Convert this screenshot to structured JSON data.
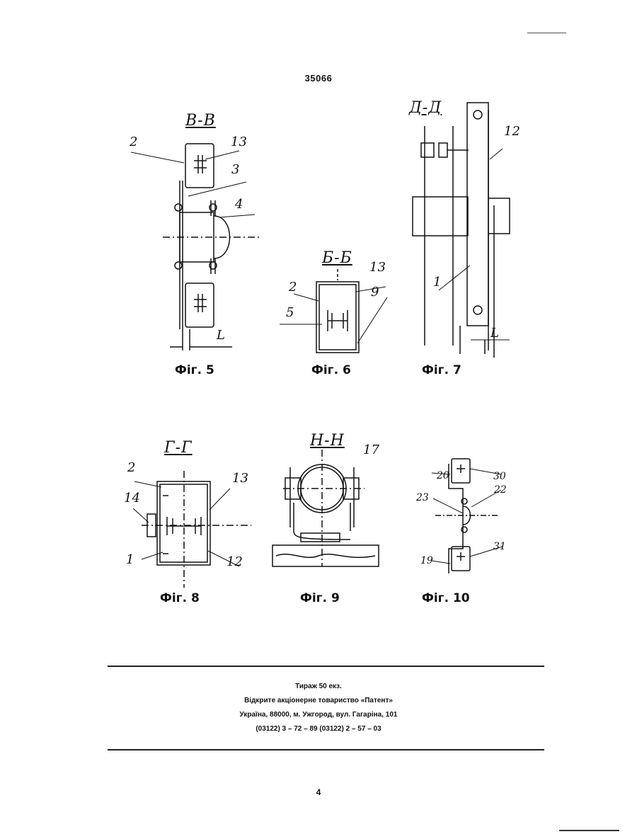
{
  "header": {
    "doc_number": "35066"
  },
  "figures": [
    {
      "caption": "Фіг. 5",
      "section": "В-В",
      "labels": [
        "2",
        "13",
        "3",
        "4",
        "L"
      ]
    },
    {
      "caption": "Фіг. 6",
      "section": "Б-Б",
      "labels": [
        "13",
        "2",
        "9",
        "5"
      ]
    },
    {
      "caption": "Фіг. 7",
      "section": "Д-Д",
      "labels": [
        "12",
        "1",
        "L"
      ]
    },
    {
      "caption": "Фіг. 8",
      "section": "Г-Г",
      "labels": [
        "2",
        "13",
        "14",
        "1",
        "12"
      ]
    },
    {
      "caption": "Фіг. 9",
      "section": "Н-Н",
      "labels": [
        "17"
      ]
    },
    {
      "caption": "Фіг. 10",
      "section": "",
      "labels": [
        "20",
        "30",
        "23",
        "22",
        "19",
        "31"
      ]
    }
  ],
  "imprint": {
    "line1": "Тираж 50 екз.",
    "line2": "Відкрите акціонерне товариство «Патент»",
    "line3": "Україна, 88000, м. Ужгород, вул. Гагаріна, 101",
    "line4": "(03122) 3 – 72 – 89  (03122) 2 – 57 – 03"
  },
  "footer": {
    "page_number": "4"
  }
}
